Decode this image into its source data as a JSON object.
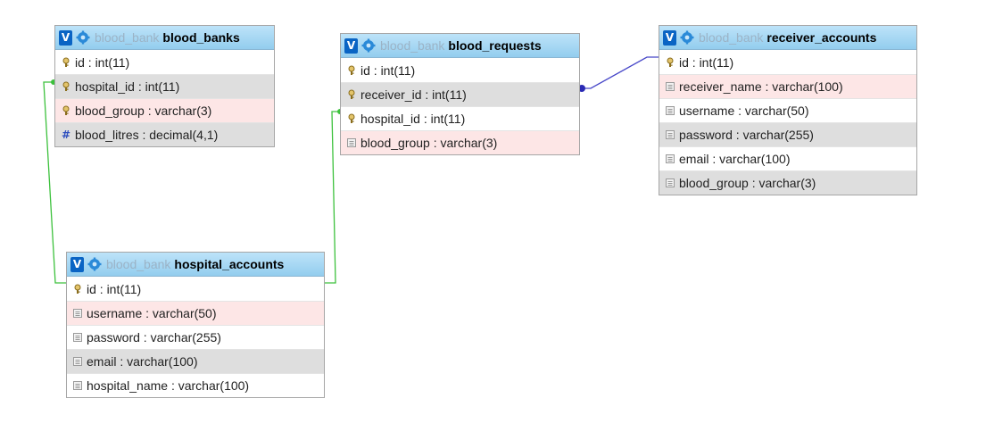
{
  "tables": {
    "blood_banks": {
      "db": "blood_bank",
      "name": "blood_banks",
      "columns": [
        {
          "text": "id : int(11)",
          "icon": "key-icon",
          "bg": "white"
        },
        {
          "text": "hospital_id : int(11)",
          "icon": "key-icon",
          "bg": "grey"
        },
        {
          "text": "blood_group : varchar(3)",
          "icon": "key-icon",
          "bg": "pink"
        },
        {
          "text": "blood_litres : decimal(4,1)",
          "icon": "hash-icon",
          "bg": "grey"
        }
      ]
    },
    "blood_requests": {
      "db": "blood_bank",
      "name": "blood_requests",
      "columns": [
        {
          "text": "id : int(11)",
          "icon": "key-icon",
          "bg": "white"
        },
        {
          "text": "receiver_id : int(11)",
          "icon": "key-icon",
          "bg": "grey"
        },
        {
          "text": "hospital_id : int(11)",
          "icon": "key-icon",
          "bg": "white"
        },
        {
          "text": "blood_group : varchar(3)",
          "icon": "text-icon",
          "bg": "pink"
        }
      ]
    },
    "receiver_accounts": {
      "db": "blood_bank",
      "name": "receiver_accounts",
      "columns": [
        {
          "text": "id : int(11)",
          "icon": "key-icon",
          "bg": "white"
        },
        {
          "text": "receiver_name : varchar(100)",
          "icon": "text-icon",
          "bg": "pink"
        },
        {
          "text": "username : varchar(50)",
          "icon": "text-icon",
          "bg": "white"
        },
        {
          "text": "password : varchar(255)",
          "icon": "text-icon",
          "bg": "grey"
        },
        {
          "text": "email : varchar(100)",
          "icon": "text-icon",
          "bg": "white"
        },
        {
          "text": "blood_group : varchar(3)",
          "icon": "text-icon",
          "bg": "grey"
        }
      ]
    },
    "hospital_accounts": {
      "db": "blood_bank",
      "name": "hospital_accounts",
      "columns": [
        {
          "text": "id : int(11)",
          "icon": "key-icon",
          "bg": "white"
        },
        {
          "text": "username : varchar(50)",
          "icon": "text-icon",
          "bg": "pink"
        },
        {
          "text": "password : varchar(255)",
          "icon": "text-icon",
          "bg": "white"
        },
        {
          "text": "email : varchar(100)",
          "icon": "text-icon",
          "bg": "grey"
        },
        {
          "text": "hospital_name : varchar(100)",
          "icon": "text-icon",
          "bg": "white"
        }
      ]
    }
  },
  "toggle_label": "V",
  "colors": {
    "link_green": "#3cc13c",
    "link_blue": "#4646c8",
    "header_top": "#bde3f9",
    "header_bottom": "#93cdee"
  }
}
